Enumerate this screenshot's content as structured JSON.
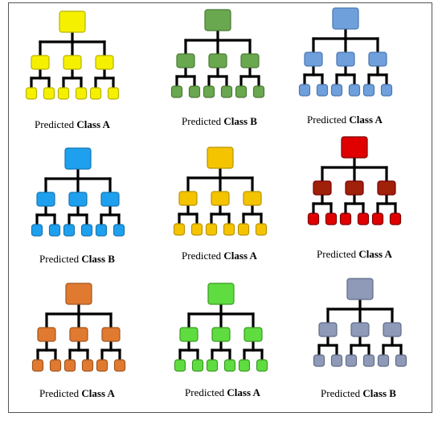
{
  "caption_prefix": "Predicted",
  "trees": [
    {
      "id": "tree-1",
      "class_label": "Class A",
      "color": "#f5f000",
      "border": "#b8b400"
    },
    {
      "id": "tree-2",
      "class_label": "Class B",
      "color": "#6aa84f",
      "border": "#4a7a35"
    },
    {
      "id": "tree-3",
      "class_label": "Class A",
      "color": "#6fa0dc",
      "border": "#4a76b0"
    },
    {
      "id": "tree-4",
      "class_label": "Class B",
      "color": "#1ea0ee",
      "border": "#1676b4"
    },
    {
      "id": "tree-5",
      "class_label": "Class A",
      "color": "#f5c400",
      "border": "#b89300"
    },
    {
      "id": "tree-6",
      "class_label": "Class A",
      "color": "#e00000",
      "border": "#7a0000",
      "accent": "#a0200a"
    },
    {
      "id": "tree-7",
      "class_label": "Class A",
      "color": "#e07a30",
      "border": "#a0561f"
    },
    {
      "id": "tree-8",
      "class_label": "Class A",
      "color": "#5fdc40",
      "border": "#3a9a22"
    },
    {
      "id": "tree-9",
      "class_label": "Class B",
      "color": "#8e9ab8",
      "border": "#606c88"
    }
  ]
}
